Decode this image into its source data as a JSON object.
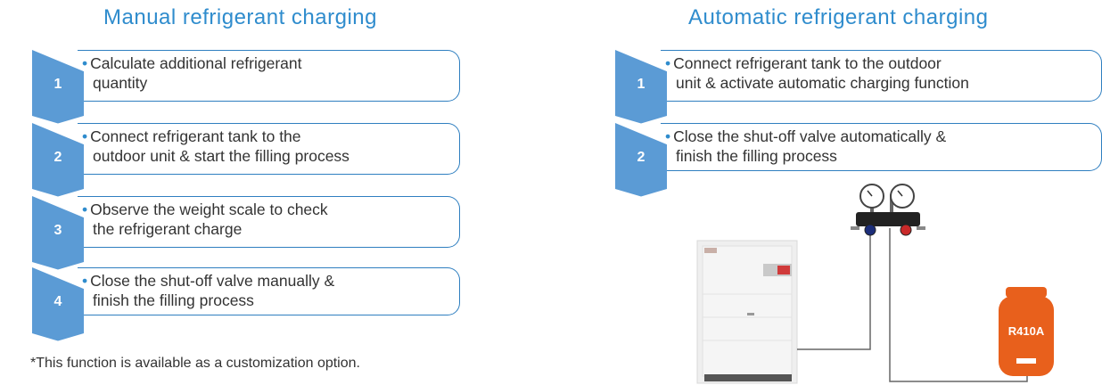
{
  "manual": {
    "title": "Manual refrigerant charging",
    "steps": [
      {
        "number": "1",
        "line1": "Calculate additional refrigerant",
        "line2": "quantity"
      },
      {
        "number": "2",
        "line1": "Connect refrigerant tank to the",
        "line2": "outdoor unit & start the filling process"
      },
      {
        "number": "3",
        "line1": "Observe the weight scale to check",
        "line2": "the refrigerant charge"
      },
      {
        "number": "4",
        "line1": "Close the shut-off valve manually &",
        "line2": "finish the filling process"
      }
    ],
    "footnote": "*This function is available as a customization option."
  },
  "automatic": {
    "title": "Automatic refrigerant charging",
    "steps": [
      {
        "number": "1",
        "line1": "Connect refrigerant tank to the outdoor",
        "line2": "unit & activate automatic charging function"
      },
      {
        "number": "2",
        "line1": "Close the shut-off valve automatically &",
        "line2": "finish the filling process"
      }
    ]
  },
  "illustration": {
    "tank_label": "R410A"
  },
  "colors": {
    "chevron": "#5b9bd5",
    "border": "#2f7fc0",
    "title": "#2f8ccd",
    "tank": "#e8601c"
  }
}
